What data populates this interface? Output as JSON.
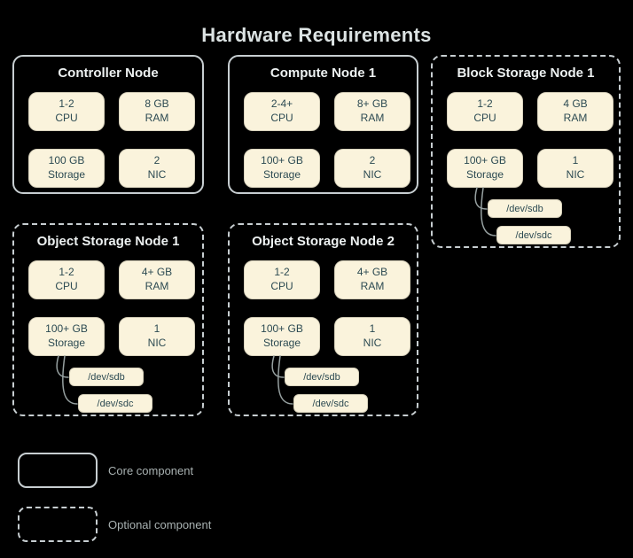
{
  "title": "Hardware Requirements",
  "colors": {
    "background": "#000000",
    "component_fill": "#FAF3DC",
    "component_text": "#2C4A52",
    "node_border": "#C7CED1",
    "node_title_text": "#EDF1F1",
    "diagram_title_text": "#DCE3E3",
    "legend_text": "#A9B2B2",
    "connector_line": "#97A1A1"
  },
  "nodes": [
    {
      "title": "Controller Node",
      "style": "core",
      "components": [
        {
          "line1": "1-2",
          "line2": "CPU"
        },
        {
          "line1": "8 GB",
          "line2": "RAM"
        },
        {
          "line1": "100 GB",
          "line2": "Storage"
        },
        {
          "line1": "2",
          "line2": "NIC"
        }
      ],
      "devices": []
    },
    {
      "title": "Compute Node 1",
      "style": "core",
      "components": [
        {
          "line1": "2-4+",
          "line2": "CPU"
        },
        {
          "line1": "8+ GB",
          "line2": "RAM"
        },
        {
          "line1": "100+ GB",
          "line2": "Storage"
        },
        {
          "line1": "2",
          "line2": "NIC"
        }
      ],
      "devices": []
    },
    {
      "title": "Block Storage Node 1",
      "style": "optional",
      "components": [
        {
          "line1": "1-2",
          "line2": "CPU"
        },
        {
          "line1": "4 GB",
          "line2": "RAM"
        },
        {
          "line1": "100+ GB",
          "line2": "Storage"
        },
        {
          "line1": "1",
          "line2": "NIC"
        }
      ],
      "devices": [
        "/dev/sdb",
        "/dev/sdc"
      ]
    },
    {
      "title": "Object Storage Node 1",
      "style": "optional",
      "components": [
        {
          "line1": "1-2",
          "line2": "CPU"
        },
        {
          "line1": "4+ GB",
          "line2": "RAM"
        },
        {
          "line1": "100+ GB",
          "line2": "Storage"
        },
        {
          "line1": "1",
          "line2": "NIC"
        }
      ],
      "devices": [
        "/dev/sdb",
        "/dev/sdc"
      ]
    },
    {
      "title": "Object Storage Node 2",
      "style": "optional",
      "components": [
        {
          "line1": "1-2",
          "line2": "CPU"
        },
        {
          "line1": "4+ GB",
          "line2": "RAM"
        },
        {
          "line1": "100+ GB",
          "line2": "Storage"
        },
        {
          "line1": "1",
          "line2": "NIC"
        }
      ],
      "devices": [
        "/dev/sdb",
        "/dev/sdc"
      ]
    }
  ],
  "legend": [
    {
      "label": "Core component",
      "style": "solid"
    },
    {
      "label": "Optional component",
      "style": "dashed"
    }
  ]
}
